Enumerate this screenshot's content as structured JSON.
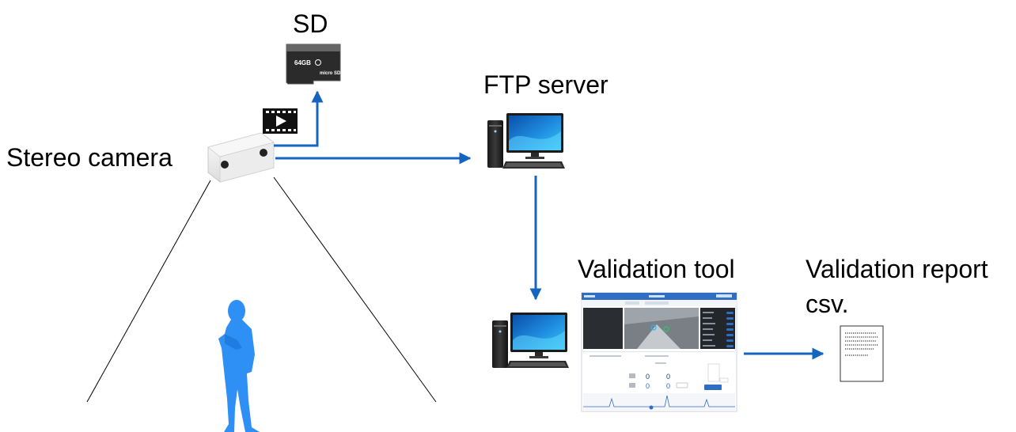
{
  "labels": {
    "sd": "SD",
    "ftp_server": "FTP server",
    "stereo_camera": "Stereo camera",
    "validation_tool": "Validation tool",
    "validation_report": "Validation report",
    "report_format": "csv."
  },
  "sd_card": {
    "capacity": "64GB",
    "brand_mark": "micro SD"
  },
  "colors": {
    "arrow": "#1565c0",
    "person": "#2e8ff5",
    "text": "#000000",
    "screen_gradient": [
      "#0b4fa8",
      "#38c6f4"
    ],
    "app_accent": "#2f6ec3"
  }
}
